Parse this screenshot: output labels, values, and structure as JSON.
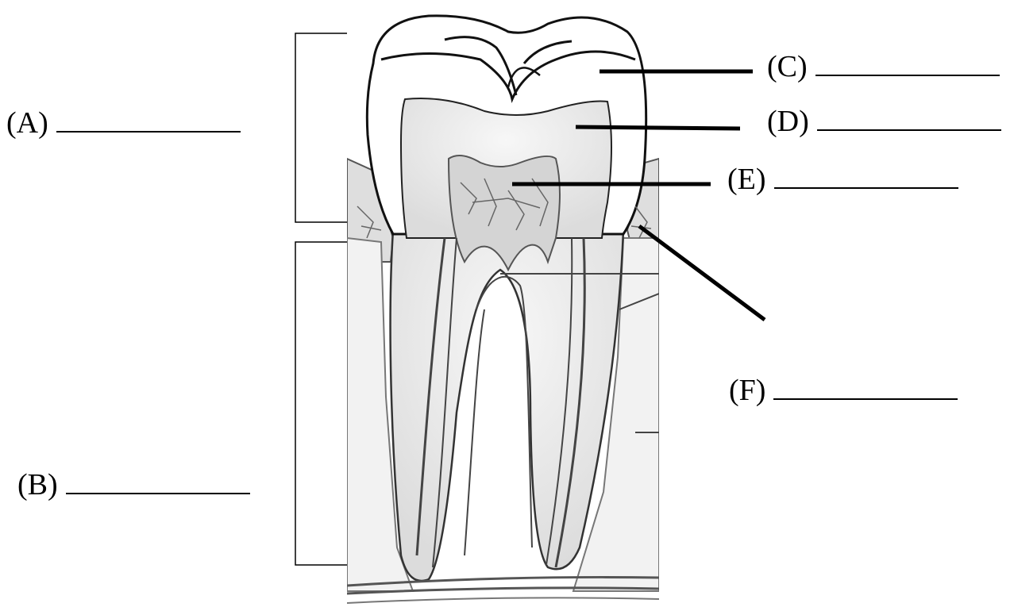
{
  "labels": [
    {
      "id": "A",
      "text": "(A)"
    },
    {
      "id": "B",
      "text": "(B)"
    },
    {
      "id": "C",
      "text": "(C)"
    },
    {
      "id": "D",
      "text": "(D)"
    },
    {
      "id": "E",
      "text": "(E)"
    },
    {
      "id": "F",
      "text": "(F)"
    }
  ],
  "colors": {
    "ink": "#000000",
    "tissue": "#e6e6e6",
    "tissue_dark": "#bdbdbd",
    "vessel": "#5a5a5a"
  }
}
